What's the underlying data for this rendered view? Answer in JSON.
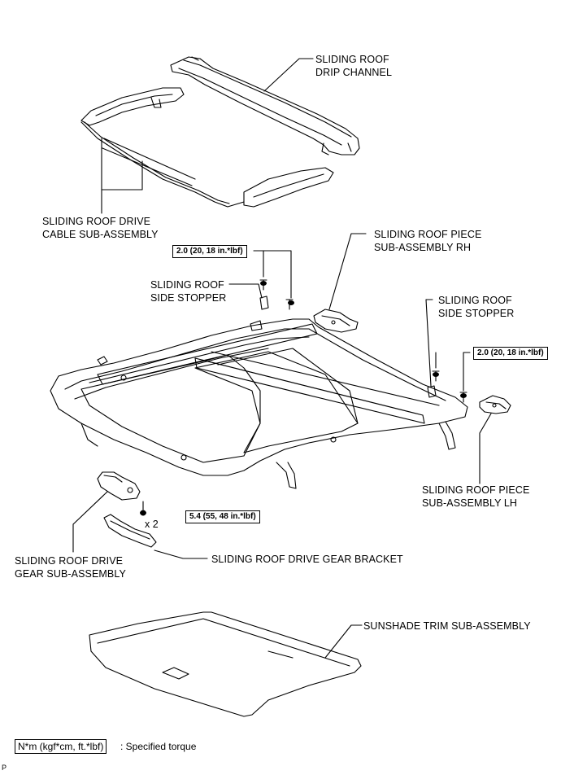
{
  "labels": {
    "drip_channel": [
      "SLIDING ROOF",
      "DRIP CHANNEL"
    ],
    "drive_cable": [
      "SLIDING ROOF DRIVE",
      "CABLE SUB-ASSEMBLY"
    ],
    "piece_rh": [
      "SLIDING ROOF PIECE",
      "SUB-ASSEMBLY RH"
    ],
    "side_stopper_left": [
      "SLIDING ROOF",
      "SIDE STOPPER"
    ],
    "side_stopper_right": [
      "SLIDING ROOF",
      "SIDE STOPPER"
    ],
    "piece_lh": [
      "SLIDING ROOF PIECE",
      "SUB-ASSEMBLY LH"
    ],
    "drive_gear": [
      "SLIDING ROOF DRIVE",
      "GEAR SUB-ASSEMBLY"
    ],
    "gear_bracket": "SLIDING ROOF DRIVE GEAR BRACKET",
    "sunshade": "SUNSHADE TRIM SUB-ASSEMBLY"
  },
  "torques": {
    "stopper_left": "2.0 (20, 18 in.*lbf)",
    "stopper_right": "2.0 (20, 18 in.*lbf)",
    "gear": "5.4 (55, 48 in.*lbf)"
  },
  "quantity": "x 2",
  "legend": {
    "box": "N*m (kgf*cm, ft.*lbf)",
    "text": ": Specified torque"
  },
  "figure_code": "P"
}
